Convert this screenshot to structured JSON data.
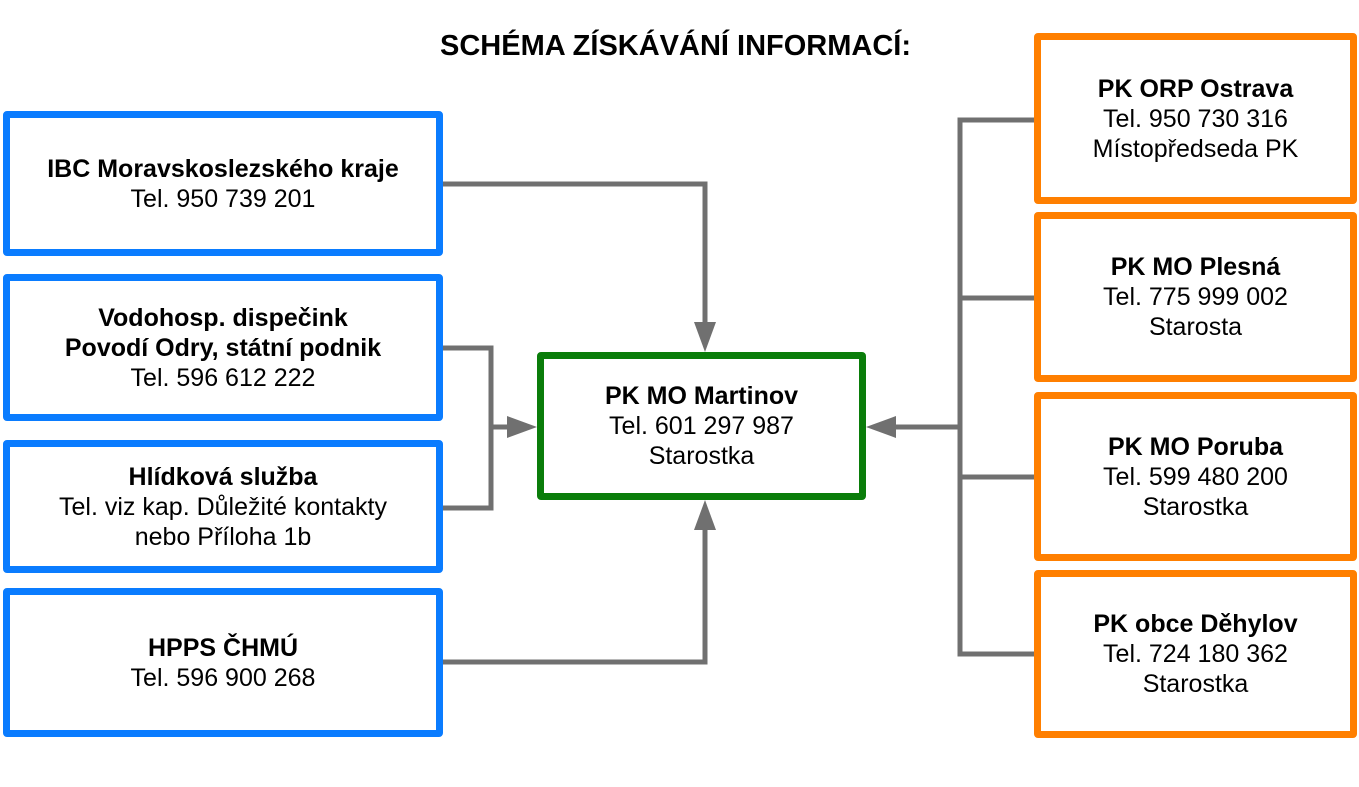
{
  "title": "SCHÉMA ZÍSKÁVÁNÍ INFORMACÍ:",
  "colors": {
    "source_border": "#0a7cff",
    "recipient_border": "#ff7f00",
    "center_border": "#0a7d0a",
    "connector": "#707070"
  },
  "sources": [
    {
      "lines": [
        "IBC Moravskoslezského kraje",
        "Tel. 950 739 201"
      ]
    },
    {
      "lines": [
        "Vodohosp. dispečink",
        "Povodí Odry, státní podnik",
        "Tel. 596 612 222"
      ]
    },
    {
      "lines": [
        "Hlídková služba",
        "Tel. viz kap. Důležité kontakty",
        "nebo Příloha 1b"
      ]
    },
    {
      "lines": [
        "HPPS ČHMÚ",
        "Tel. 596 900 268"
      ]
    }
  ],
  "center": {
    "lines": [
      "PK MO Martinov",
      "Tel. 601 297 987",
      "Starostka"
    ]
  },
  "contacts": [
    {
      "lines": [
        "PK ORP Ostrava",
        "Tel. 950 730 316",
        "Místopředseda PK"
      ]
    },
    {
      "lines": [
        "PK MO Plesná",
        "Tel. 775 999 002",
        "Starosta"
      ]
    },
    {
      "lines": [
        "PK MO Poruba",
        "Tel. 599 480 200",
        "Starostka"
      ]
    },
    {
      "lines": [
        "PK obce Děhylov",
        "Tel. 724 180 362",
        "Starostka"
      ]
    }
  ]
}
